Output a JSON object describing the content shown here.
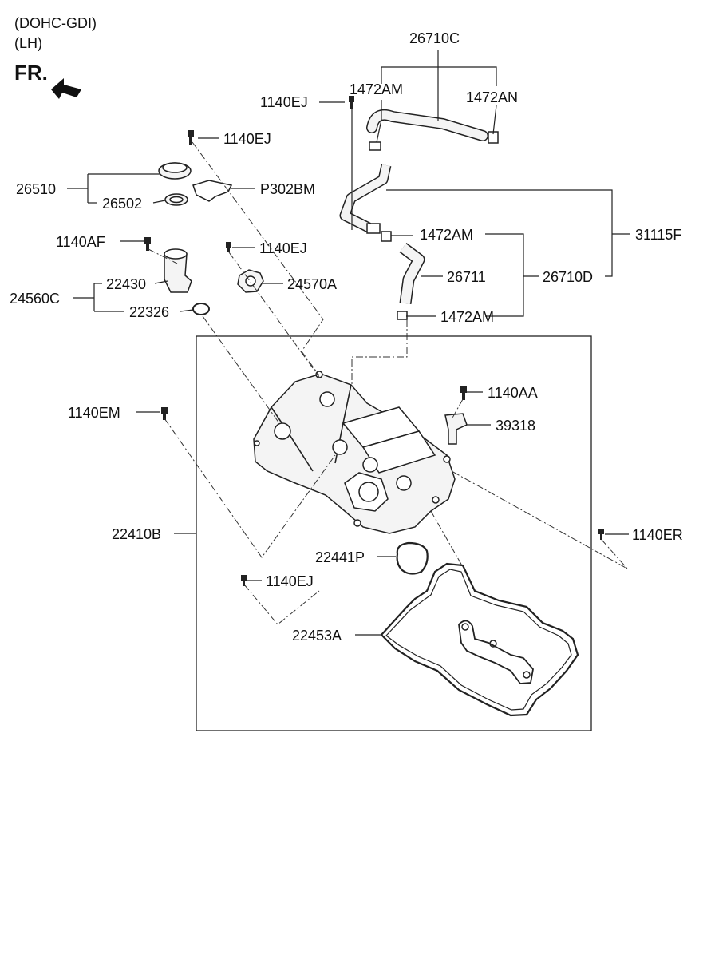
{
  "header": {
    "engine": "(DOHC-GDI)",
    "side": "(LH)",
    "front_label": "FR."
  },
  "parts": {
    "p26710C": "26710C",
    "p1472AM_top": "1472AM",
    "p1472AN": "1472AN",
    "p1140EJ_a": "1140EJ",
    "p1140EJ_b": "1140EJ",
    "p26510": "26510",
    "p26502": "26502",
    "pP302BM": "P302BM",
    "p31115F": "31115F",
    "p1140AF": "1140AF",
    "p1140EJ_c": "1140EJ",
    "p1472AM_mid": "1472AM",
    "p24560C": "24560C",
    "p22430": "22430",
    "p24570A": "24570A",
    "p26711": "26711",
    "p26710D": "26710D",
    "p22326": "22326",
    "p1472AM_low": "1472AM",
    "p1140AA": "1140AA",
    "p1140EM": "1140EM",
    "p39318": "39318",
    "p22410B": "22410B",
    "p1140ER": "1140ER",
    "p22441P": "22441P",
    "p1140EJ_d": "1140EJ",
    "p22453A": "22453A"
  }
}
